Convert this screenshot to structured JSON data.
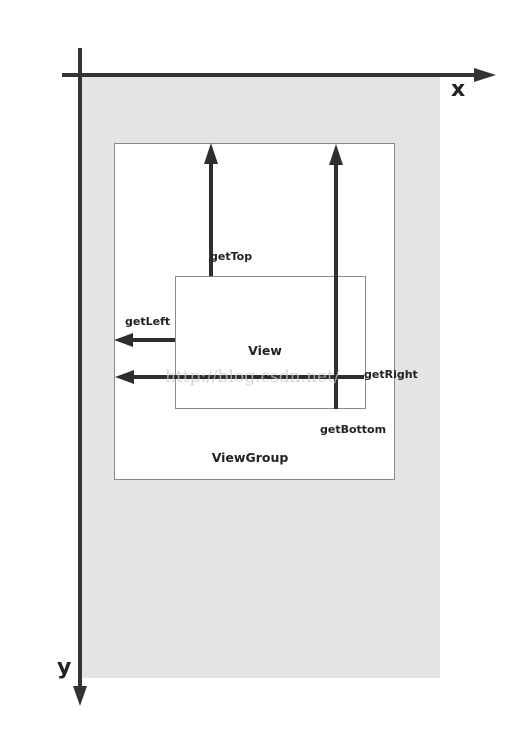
{
  "axes": {
    "x_label": "x",
    "y_label": "y"
  },
  "boxes": {
    "parent_label": "ViewGroup",
    "child_label": "View"
  },
  "measures": {
    "top": "getTop",
    "left": "getLeft",
    "right": "getRight",
    "bottom": "getBottom"
  },
  "watermark": "http://blog.csdn.net/",
  "colors": {
    "background_region": "#e4e4e4",
    "axis": "#333333",
    "arrow": "#2e2e2e",
    "box_fill": "#ffffff",
    "box_border": "#8a8a8a"
  }
}
